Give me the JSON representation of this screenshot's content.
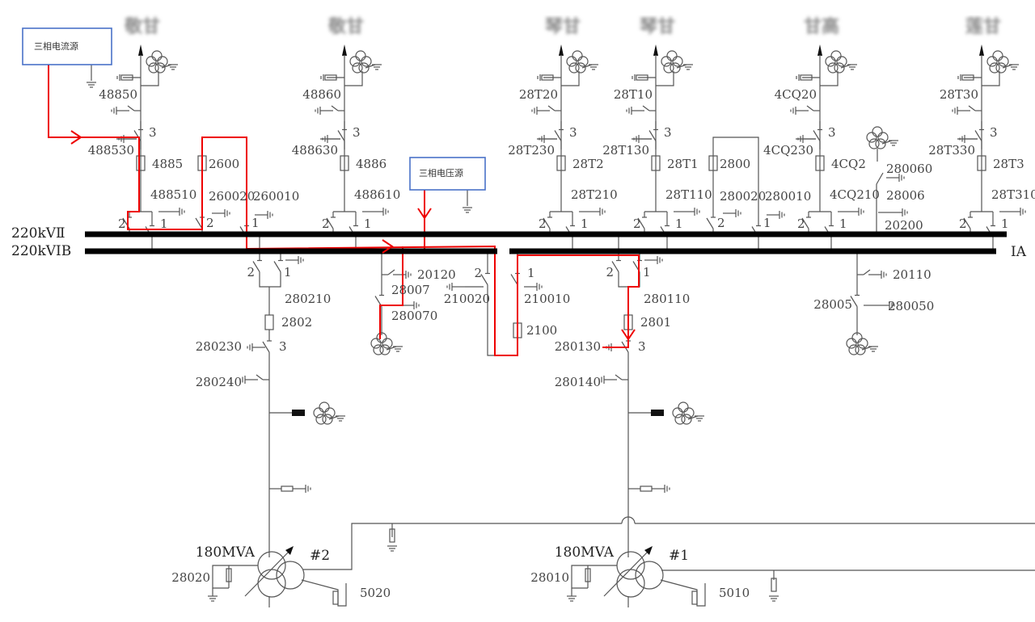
{
  "buses": {
    "bus2": "220kVⅡ",
    "bus1b": "220kVⅠB",
    "bus1a": "ⅠA"
  },
  "sources": {
    "current": "三相电流源",
    "voltage": "三相电压源"
  },
  "pos": {
    "one": "1",
    "two": "2",
    "three": "3"
  },
  "feeders": [
    {
      "name": "敬甘",
      "breaker": "4885",
      "line_ground": "48850",
      "ground_3": "488530",
      "ground_1": "488510"
    },
    {
      "name": "敬甘",
      "breaker": "4886",
      "line_ground": "48860",
      "ground_3": "488630",
      "ground_1": "488610"
    },
    {
      "name": "琴甘",
      "breaker": "28T2",
      "line_ground": "28T20",
      "ground_3": "28T230",
      "ground_1": "28T210"
    },
    {
      "name": "琴甘",
      "breaker": "28T1",
      "line_ground": "28T10",
      "ground_3": "28T130",
      "ground_1": "28T110"
    },
    {
      "name": "甘高",
      "breaker": "4CQ2",
      "line_ground": "4CQ20",
      "ground_3": "4CQ230",
      "ground_1": "4CQ210"
    },
    {
      "name": "莲甘",
      "breaker": "28T3",
      "line_ground": "28T30",
      "ground_3": "28T330",
      "ground_1": "28T310"
    }
  ],
  "couplers": [
    {
      "breaker": "2600",
      "ground_2": "260020",
      "ground_1": "260010"
    },
    {
      "breaker": "2800",
      "ground_2": "280020",
      "ground_1": "280010"
    }
  ],
  "pt_bus2": {
    "disconnect": "28006",
    "ground_a": "280060",
    "ground_b": "20200"
  },
  "pt_bus1b": {
    "disconnect": "28007",
    "ground_a": "20120",
    "ground_b": "280070"
  },
  "pt_bus1a": {
    "disconnect": "28005",
    "ground_a": "20110",
    "ground_b": "280050"
  },
  "bus_tie": {
    "breaker": "2100",
    "ground_2": "210020",
    "ground_1": "210010"
  },
  "transformers": [
    {
      "breaker": "2802",
      "ground_1": "280210",
      "ground_3": "280230",
      "ground_4": "280240",
      "rating": "180MVA",
      "id": "#2",
      "neutral": "28020",
      "lv": "5020"
    },
    {
      "breaker": "2801",
      "ground_1": "280110",
      "ground_3": "280130",
      "ground_4": "280140",
      "rating": "180MVA",
      "id": "#1",
      "neutral": "28010",
      "lv": "5010"
    }
  ],
  "colors": {
    "trace": "#e00000",
    "source_box": "#4a72c8",
    "bus": "#000000"
  }
}
